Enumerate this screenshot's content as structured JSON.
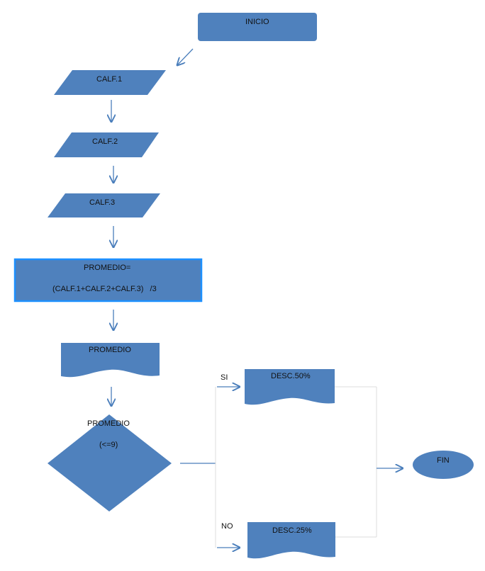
{
  "nodes": {
    "start": "INICIO",
    "input1": "CALF.1",
    "input2": "CALF.2",
    "input3": "CALF.3",
    "process_line1": "PROMEDIO=",
    "process_line2": "(CALF.1+CALF.2+CALF.3)   /3",
    "output_promedio": "PROMEDIO",
    "decision_line1": "PROMEDIO",
    "decision_line2": "(<=9)",
    "output_yes": "DESC.50%",
    "output_no": "DESC.25%",
    "end": "FIN"
  },
  "branches": {
    "yes": "SI",
    "no": "NO"
  },
  "colors": {
    "shape_fill": "#4f81bd",
    "process_border": "#1e90ff",
    "arrow": "#4a7ebb",
    "connector": "#dcdcdc"
  }
}
